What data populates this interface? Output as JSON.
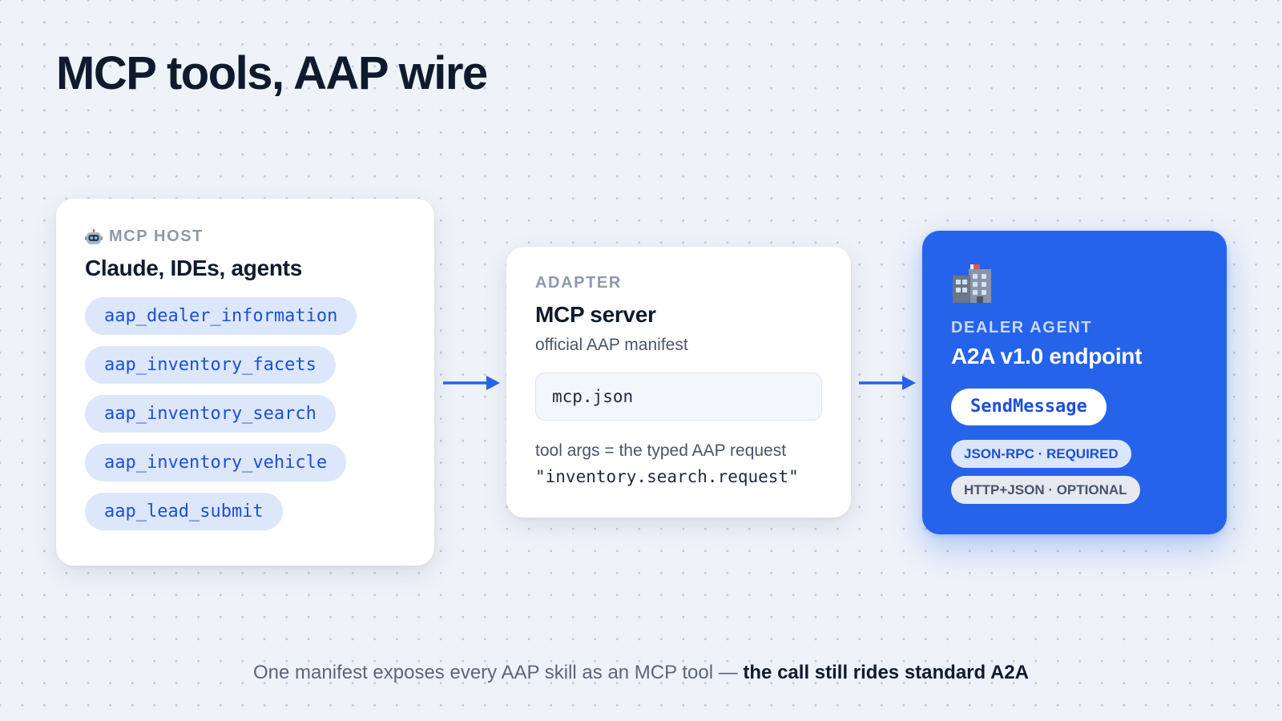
{
  "title": "MCP tools, AAP wire",
  "host": {
    "icon": "robot-icon",
    "eyebrow": "MCP HOST",
    "heading": "Claude, IDEs, agents",
    "tools": [
      "aap_dealer_information",
      "aap_inventory_facets",
      "aap_inventory_search",
      "aap_inventory_vehicle",
      "aap_lead_submit"
    ]
  },
  "adapter": {
    "eyebrow": "ADAPTER",
    "heading": "MCP server",
    "subtext": "official AAP manifest",
    "file": "mcp.json",
    "args_label": "tool args = the typed AAP request",
    "args_value": "\"inventory.search.request\""
  },
  "dealer": {
    "icon": "building-icon",
    "eyebrow": "DEALER AGENT",
    "heading": "A2A v1.0 endpoint",
    "button": "SendMessage",
    "badges": {
      "required": "JSON-RPC · REQUIRED",
      "optional": "HTTP+JSON · OPTIONAL"
    }
  },
  "caption": {
    "lead": "One manifest exposes every AAP skill as an MCP tool — ",
    "emphasis": "the call still rides standard A2A"
  },
  "colors": {
    "accent": "#2563eb",
    "pill_bg": "#dce7fb",
    "title": "#0f1b2d",
    "background": "#eef2f9"
  }
}
